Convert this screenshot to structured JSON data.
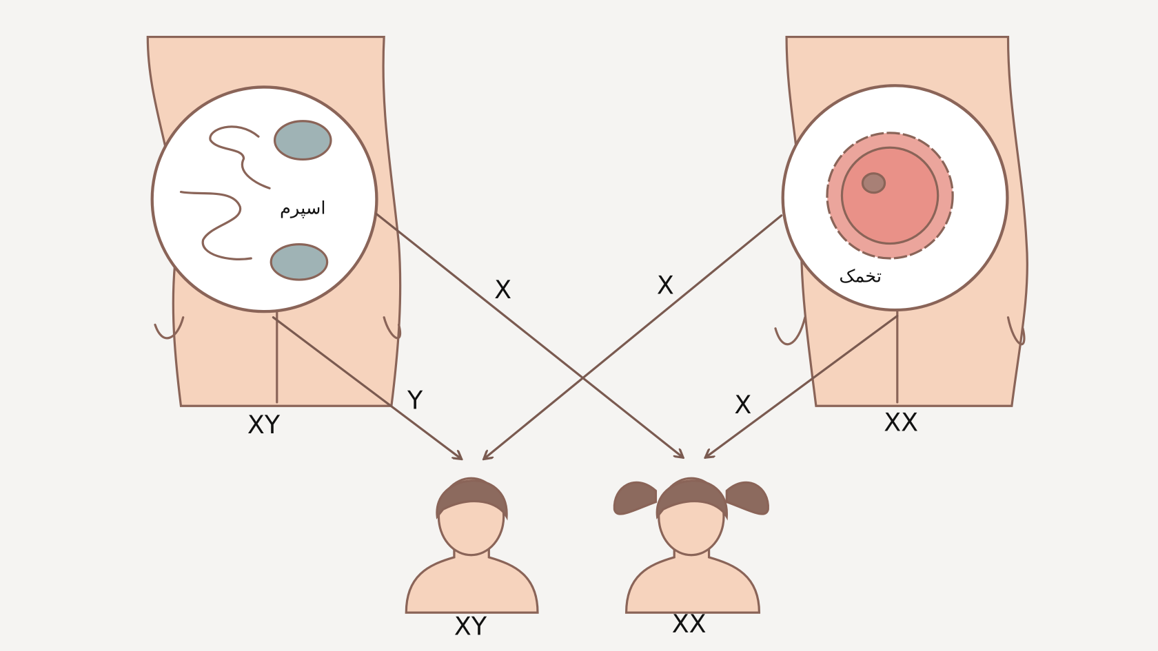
{
  "colors": {
    "background": "#f5f4f2",
    "skin": "#f6d3bd",
    "outline": "#8a6458",
    "sperm": "#9fb3b5",
    "egg": "#e69a92",
    "hair": "#8c6a5e",
    "arrow": "#7a5a50"
  },
  "father": {
    "genotype": "XY",
    "cell_label": "اسپرم",
    "gamete_labels": {
      "to_daughter": "X",
      "to_son": "Y"
    }
  },
  "mother": {
    "genotype": "XX",
    "cell_label": "تخمک",
    "gamete_labels": {
      "to_son": "X",
      "to_daughter": "X"
    }
  },
  "children": {
    "son": {
      "genotype": "XY"
    },
    "daughter": {
      "genotype": "XX"
    }
  }
}
